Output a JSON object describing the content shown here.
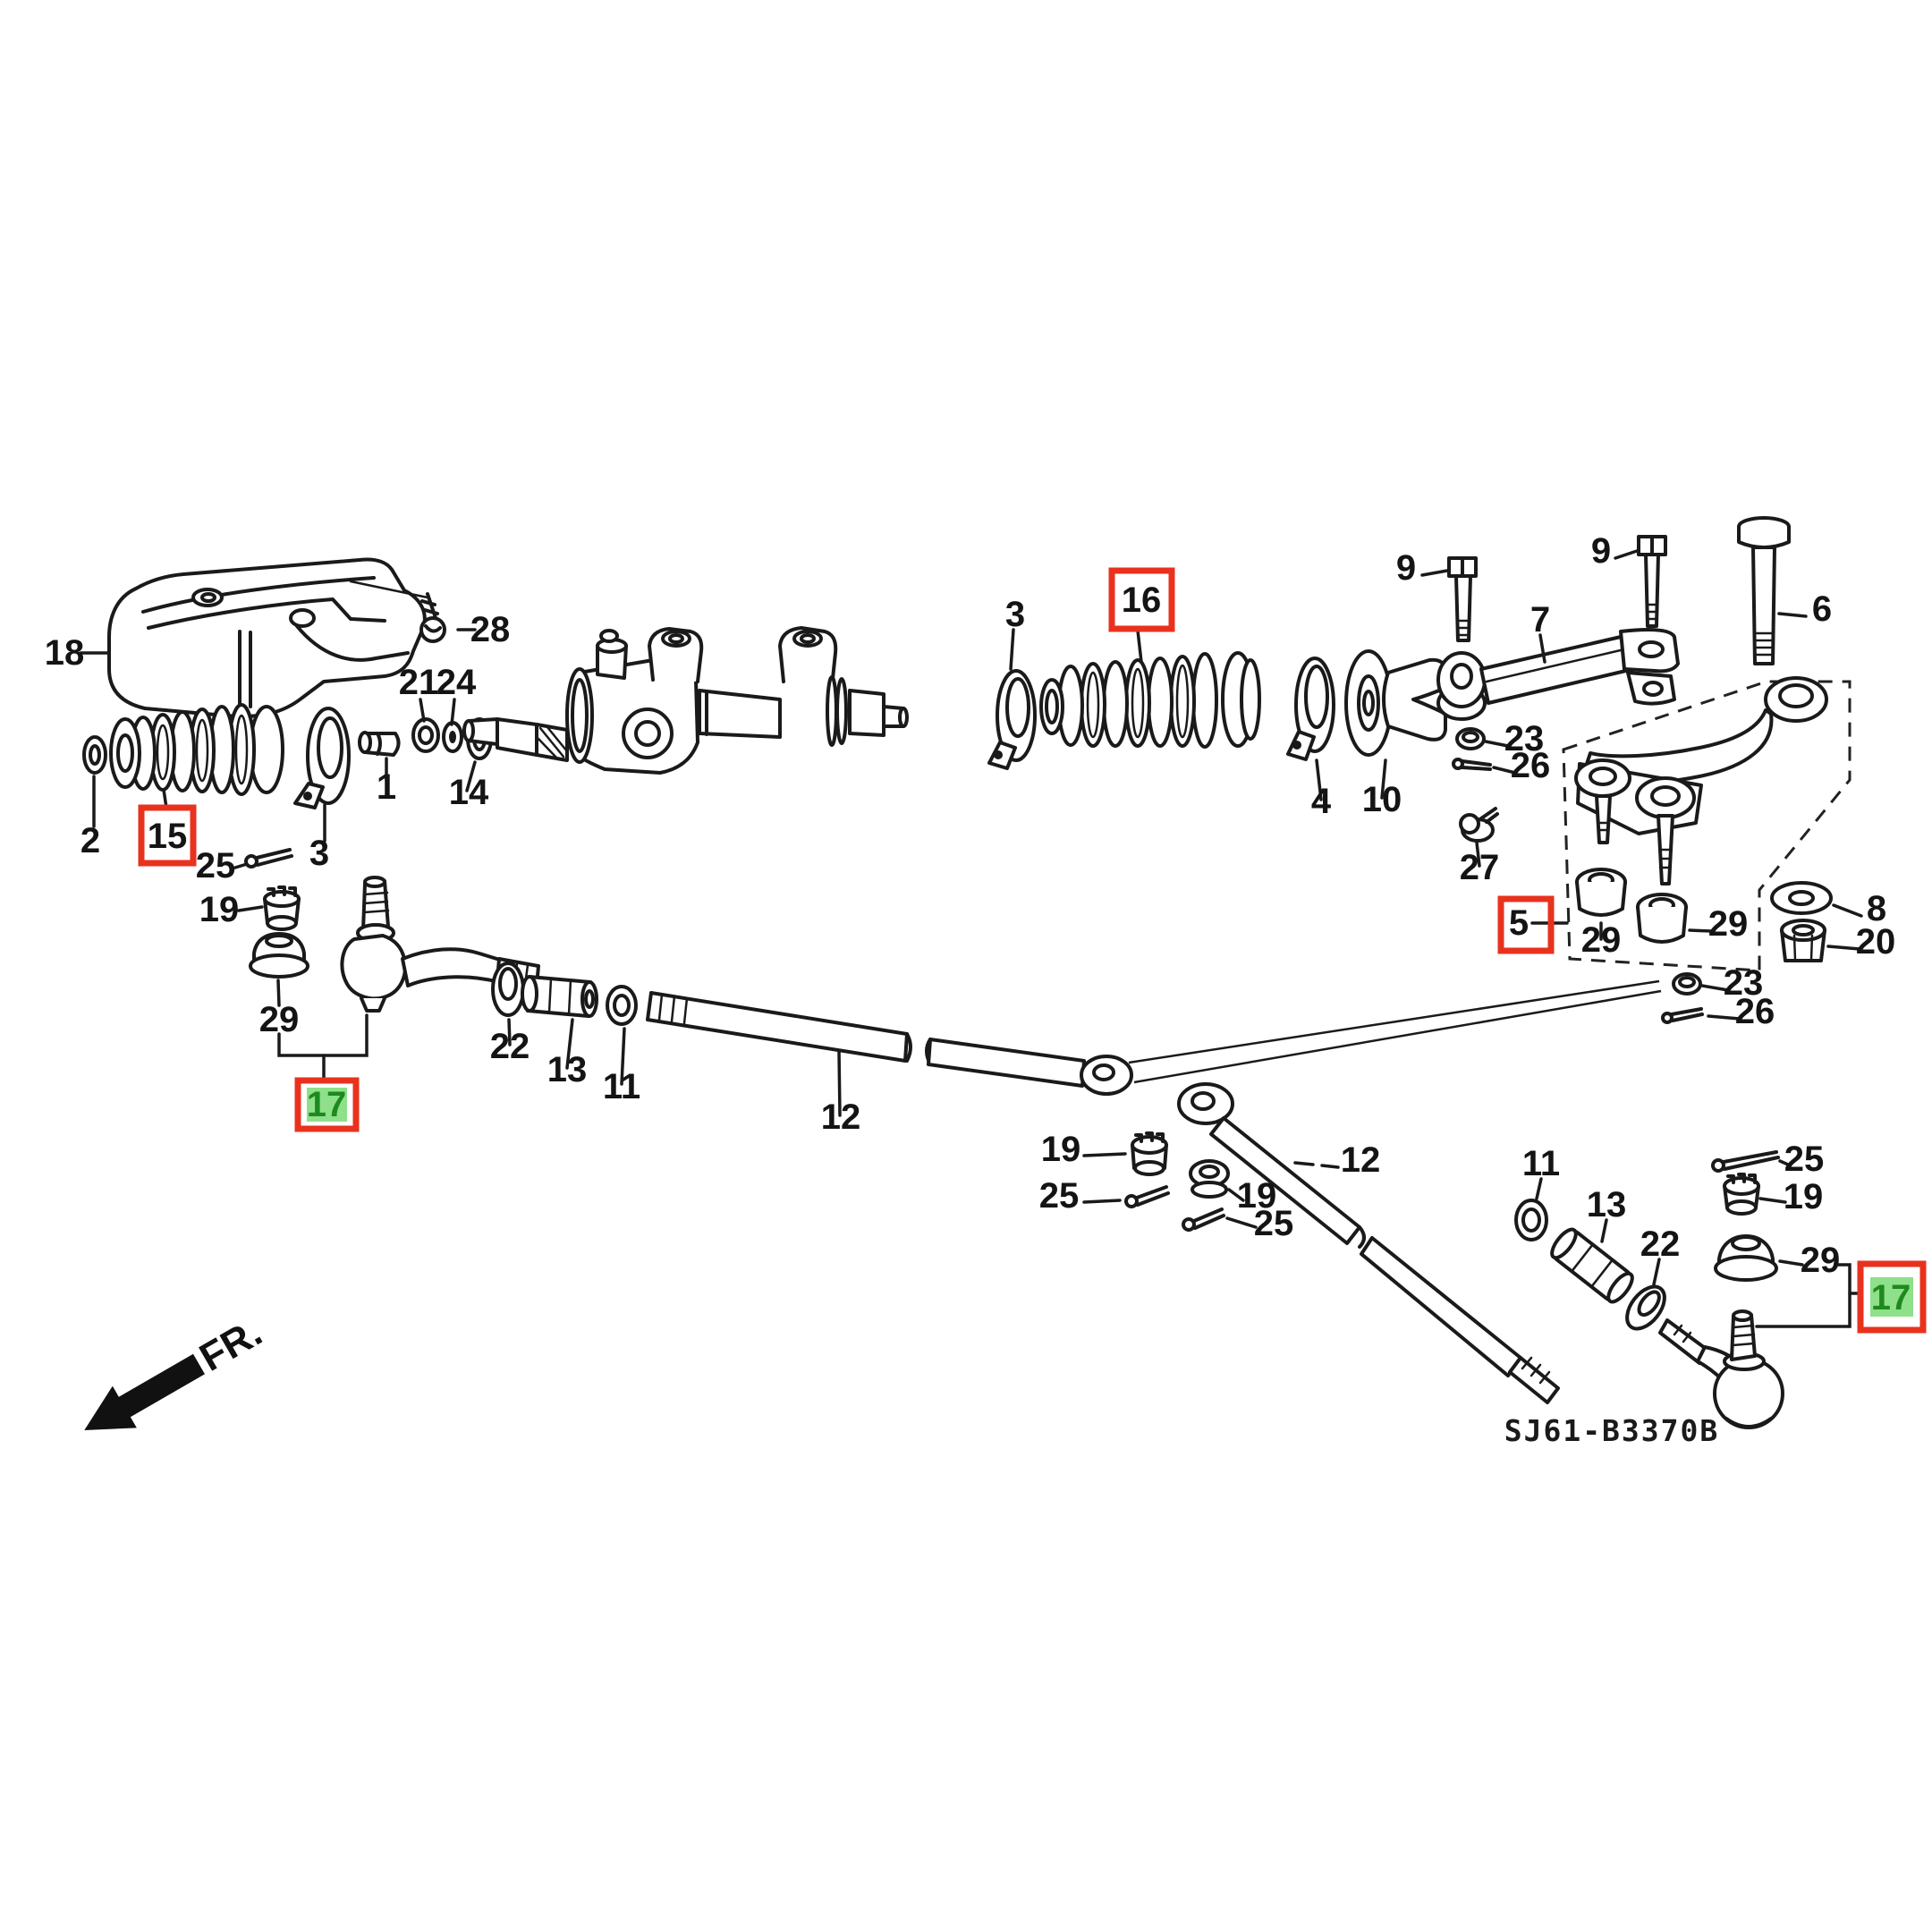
{
  "diagram": {
    "part_code": "SJ61-B3370B",
    "fr_label": "FR.",
    "description": "Exploded steering linkage parts diagram",
    "highlight_colors": {
      "red_box": "#e8321e",
      "green_bg": "#8fe08b",
      "green_text": "#1e8a1e",
      "line": "#1a1a1a",
      "background": "#ffffff"
    },
    "highlighted_parts": {
      "red_boxed": [
        "15",
        "16",
        "5"
      ],
      "green_marked": [
        "17",
        "17"
      ]
    },
    "labels": [
      {
        "text": "18"
      },
      {
        "text": "28"
      },
      {
        "text": "21"
      },
      {
        "text": "24"
      },
      {
        "text": "1"
      },
      {
        "text": "14"
      },
      {
        "text": "2"
      },
      {
        "text": "15"
      },
      {
        "text": "25"
      },
      {
        "text": "3"
      },
      {
        "text": "19"
      },
      {
        "text": "29"
      },
      {
        "text": "17"
      },
      {
        "text": "22"
      },
      {
        "text": "13"
      },
      {
        "text": "11"
      },
      {
        "text": "12"
      },
      {
        "text": "3"
      },
      {
        "text": "16"
      },
      {
        "text": "4"
      },
      {
        "text": "10"
      },
      {
        "text": "9"
      },
      {
        "text": "9"
      },
      {
        "text": "7"
      },
      {
        "text": "6"
      },
      {
        "text": "23"
      },
      {
        "text": "26"
      },
      {
        "text": "27"
      },
      {
        "text": "5"
      },
      {
        "text": "29"
      },
      {
        "text": "29"
      },
      {
        "text": "8"
      },
      {
        "text": "20"
      },
      {
        "text": "23"
      },
      {
        "text": "26"
      },
      {
        "text": "19"
      },
      {
        "text": "25"
      },
      {
        "text": "12"
      },
      {
        "text": "19"
      },
      {
        "text": "25"
      },
      {
        "text": "11"
      },
      {
        "text": "13"
      },
      {
        "text": "22"
      },
      {
        "text": "25"
      },
      {
        "text": "19"
      },
      {
        "text": "29"
      },
      {
        "text": "17"
      }
    ]
  }
}
